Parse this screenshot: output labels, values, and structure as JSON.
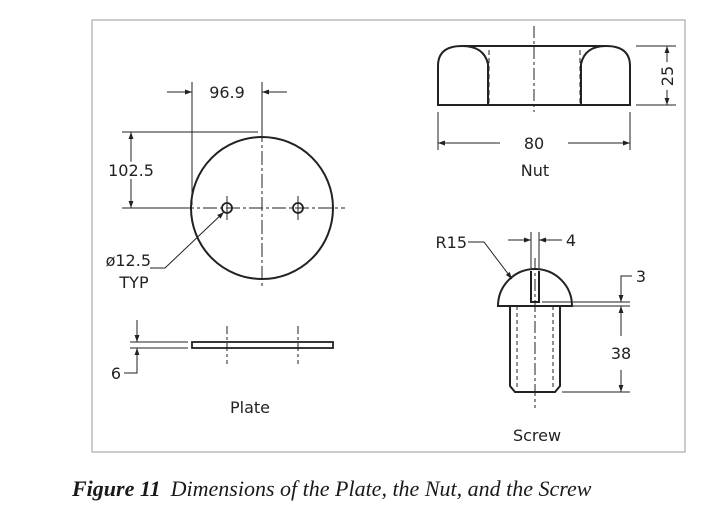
{
  "figure": {
    "number": "Figure 11",
    "title": "Dimensions of the Plate, the Nut, and the Screw"
  },
  "plate": {
    "name": "Plate",
    "hole_spacing": "96.9",
    "hole_offset": "102.5",
    "hole_diameter": "ø12.5",
    "hole_note": "TYP",
    "thickness": "6"
  },
  "nut": {
    "name": "Nut",
    "width": "80",
    "height": "25"
  },
  "screw": {
    "name": "Screw",
    "head_radius": "R15",
    "slot_width": "4",
    "slot_depth": "3",
    "shank_length": "38"
  }
}
